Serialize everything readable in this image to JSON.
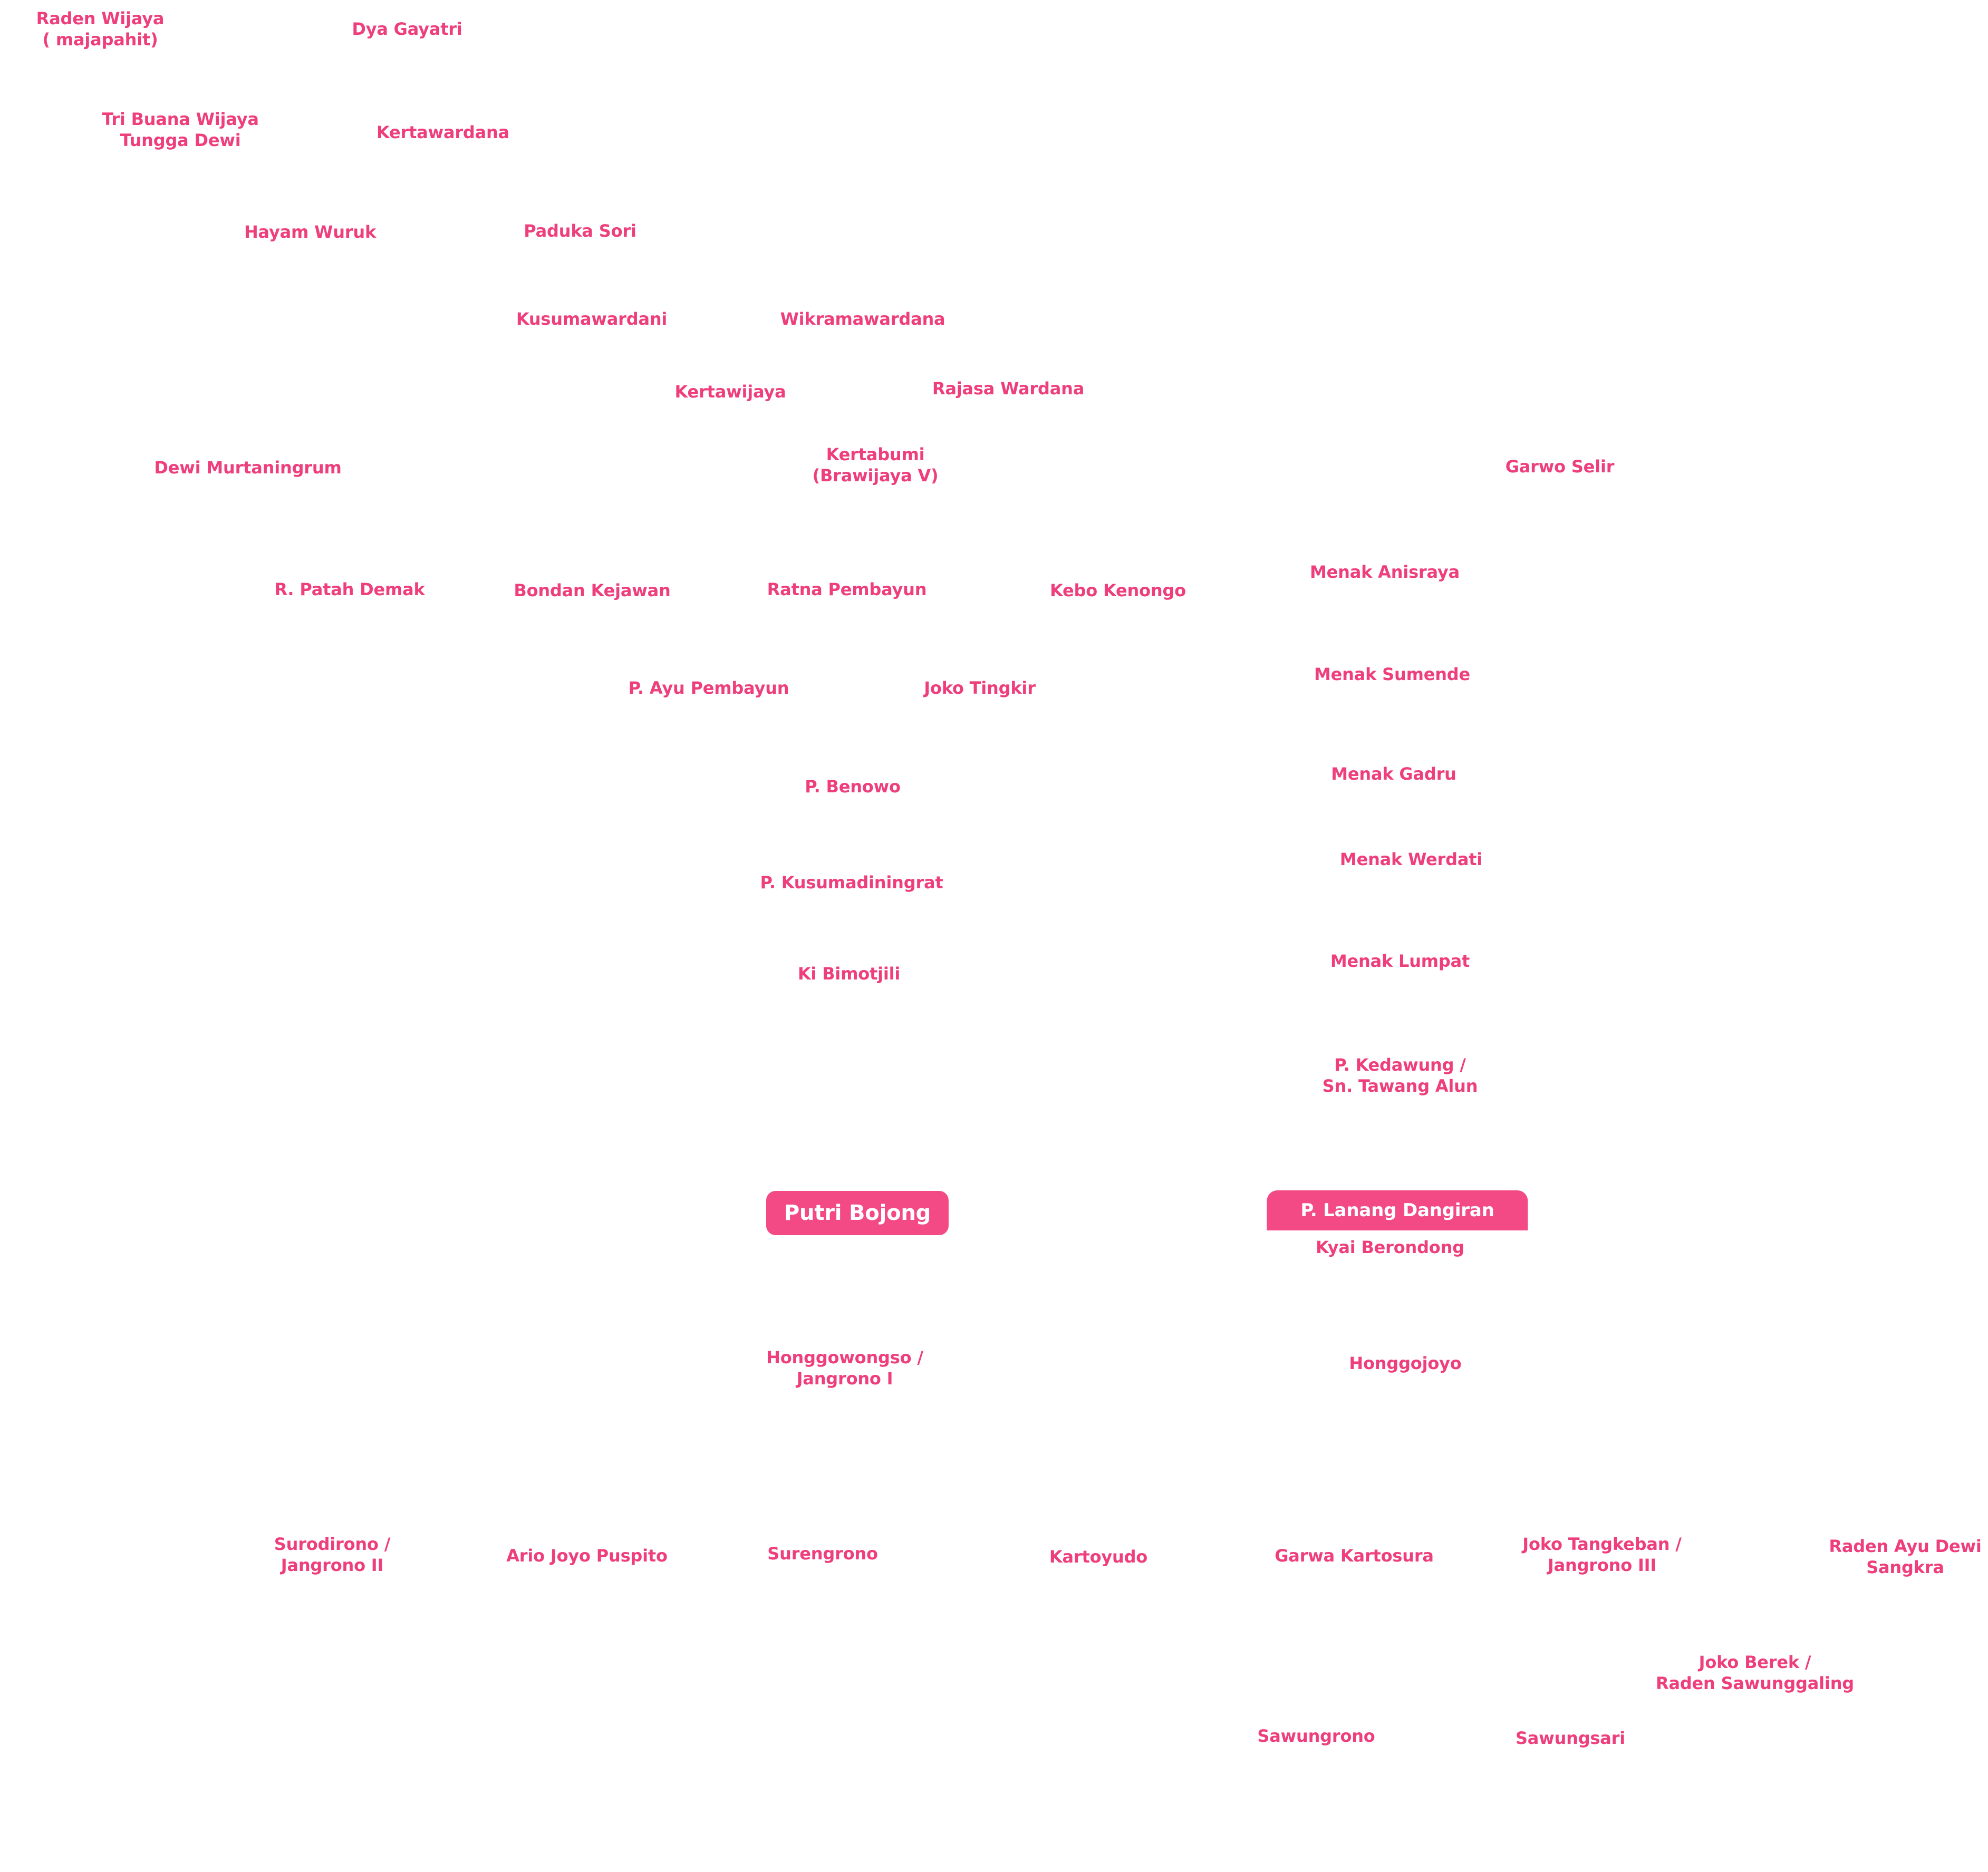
{
  "accent_color": "#ee3f7c",
  "highlight_color": "#f34a85",
  "nodes": [
    {
      "id": "raden-wijaya",
      "label": "Raden Wijaya\n( majapahit)"
    },
    {
      "id": "dya-gayatri",
      "label": "Dya Gayatri"
    },
    {
      "id": "tri-buana-wijaya-tungga-dewi",
      "label": "Tri Buana Wijaya\nTungga Dewi"
    },
    {
      "id": "kertawardana",
      "label": "Kertawardana"
    },
    {
      "id": "hayam-wuruk",
      "label": "Hayam Wuruk"
    },
    {
      "id": "paduka-sori",
      "label": "Paduka Sori"
    },
    {
      "id": "kusumawardani",
      "label": "Kusumawardani"
    },
    {
      "id": "wikramawardana",
      "label": "Wikramawardana"
    },
    {
      "id": "kertawijaya",
      "label": "Kertawijaya"
    },
    {
      "id": "rajasa-wardana",
      "label": "Rajasa Wardana"
    },
    {
      "id": "dewi-murtaningrum",
      "label": "Dewi Murtaningrum"
    },
    {
      "id": "kertabumi",
      "label": "Kertabumi\n(Brawijaya V)"
    },
    {
      "id": "garwo-selir",
      "label": "Garwo Selir"
    },
    {
      "id": "r-patah-demak",
      "label": "R. Patah Demak"
    },
    {
      "id": "bondan-kejawan",
      "label": "Bondan Kejawan"
    },
    {
      "id": "ratna-pembayun",
      "label": "Ratna Pembayun"
    },
    {
      "id": "kebo-kenongo",
      "label": "Kebo Kenongo"
    },
    {
      "id": "menak-anisraya",
      "label": "Menak Anisraya"
    },
    {
      "id": "p-ayu-pembayun",
      "label": "P. Ayu Pembayun"
    },
    {
      "id": "joko-tingkir",
      "label": "Joko Tingkir"
    },
    {
      "id": "menak-sumende",
      "label": "Menak Sumende"
    },
    {
      "id": "p-benowo",
      "label": "P. Benowo"
    },
    {
      "id": "menak-gadru",
      "label": "Menak Gadru"
    },
    {
      "id": "menak-werdati",
      "label": "Menak Werdati"
    },
    {
      "id": "p-kusumadiningrat",
      "label": "P. Kusumadiningrat"
    },
    {
      "id": "ki-bimotjili",
      "label": "Ki Bimotjili"
    },
    {
      "id": "menak-lumpat",
      "label": "Menak Lumpat"
    },
    {
      "id": "p-kedawung",
      "label": "P. Kedawung /\nSn. Tawang Alun"
    },
    {
      "id": "putri-bojong",
      "label": "Putri Bojong",
      "highlight": true
    },
    {
      "id": "p-lanang-dangiran",
      "label": "P. Lanang Dangiran",
      "highlight": true
    },
    {
      "id": "kyai-berondong",
      "label": "Kyai Berondong"
    },
    {
      "id": "honggowongso",
      "label": "Honggowongso /\nJangrono I"
    },
    {
      "id": "honggojoyo",
      "label": "Honggojoyo"
    },
    {
      "id": "surodirono",
      "label": "Surodirono /\nJangrono II"
    },
    {
      "id": "ario-joyo-puspito",
      "label": "Ario Joyo Puspito"
    },
    {
      "id": "surengrono",
      "label": "Surengrono"
    },
    {
      "id": "kartoyudo",
      "label": "Kartoyudo"
    },
    {
      "id": "garwa-kartosura",
      "label": "Garwa Kartosura"
    },
    {
      "id": "joko-tangkeban",
      "label": "Joko Tangkeban /\nJangrono III"
    },
    {
      "id": "raden-ayu-dewi-sangkra",
      "label": "Raden Ayu Dewi\nSangkra"
    },
    {
      "id": "joko-berek",
      "label": "Joko Berek /\nRaden Sawunggaling"
    },
    {
      "id": "sawungrono",
      "label": "Sawungrono"
    },
    {
      "id": "sawungsari",
      "label": "Sawungsari"
    }
  ]
}
